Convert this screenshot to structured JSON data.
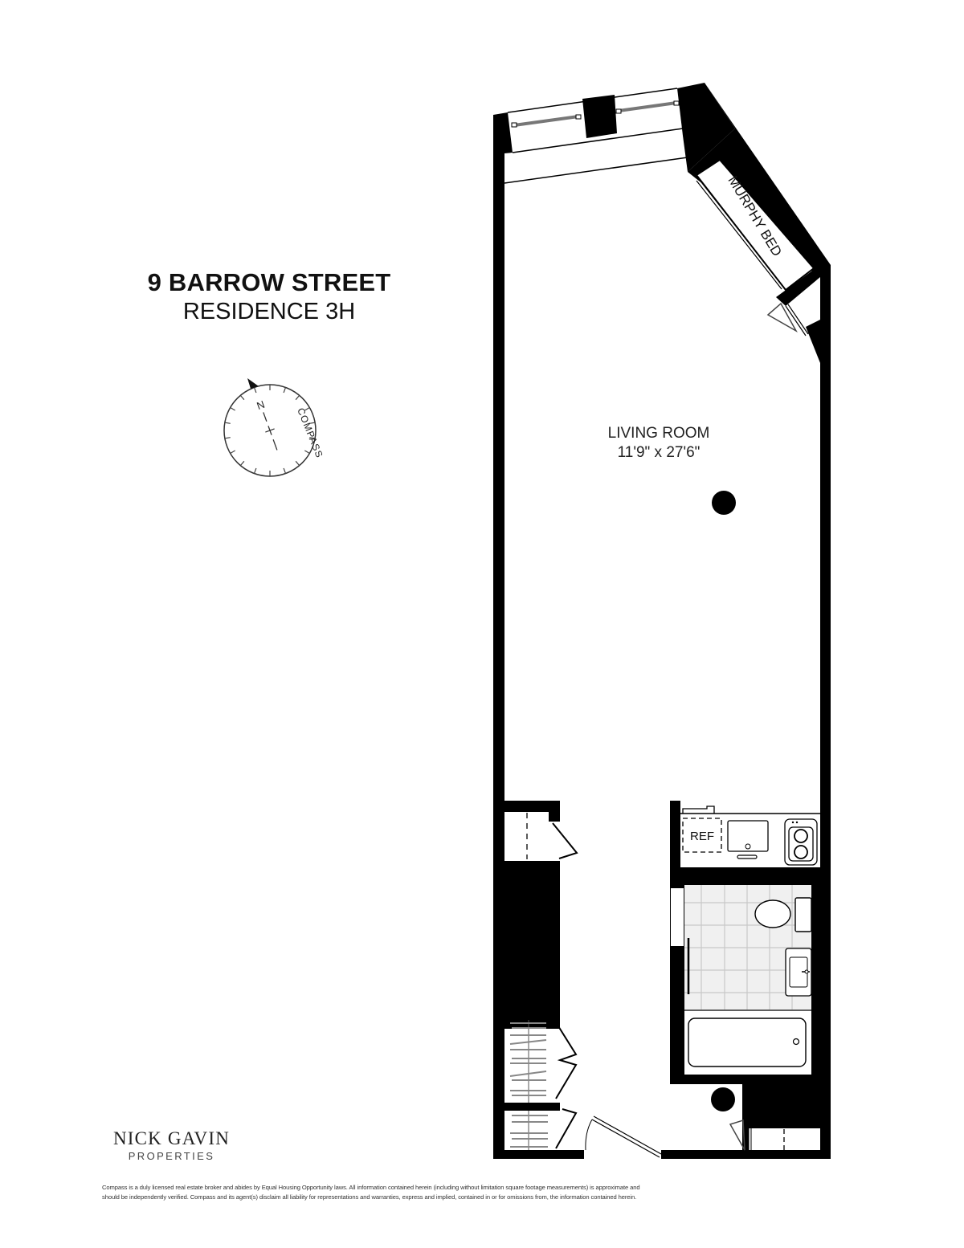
{
  "header": {
    "title": "9 BARROW STREET",
    "subtitle": "RESIDENCE 3H"
  },
  "compass": {
    "north_label": "N",
    "ring_label": "COMPASS",
    "icon": "compass-icon"
  },
  "rooms": [
    {
      "name": "LIVING ROOM",
      "dimensions": "11'9\" x 27'6\""
    }
  ],
  "fixtures": {
    "murphy_bed": "MURPHY BED",
    "refrigerator": "REF"
  },
  "branding": {
    "name": "NICK GAVIN",
    "tagline": "PROPERTIES"
  },
  "footer": {
    "disclaimer_line1": "Compass is a duly licensed real estate broker and abides by Equal Housing Opportunity laws.  All information contained herein (including without limitation square footage measurements) is approximate and",
    "disclaimer_line2": "should be independently verified. Compass and its agent(s) disclaim all liability for representations and warranties, express and implied, contained in or for omissions from, the information contained herein."
  },
  "colors": {
    "wall": "#000000",
    "tile": "#f0f0f0",
    "tile_grid": "#c8c8c8",
    "background": "#ffffff"
  }
}
